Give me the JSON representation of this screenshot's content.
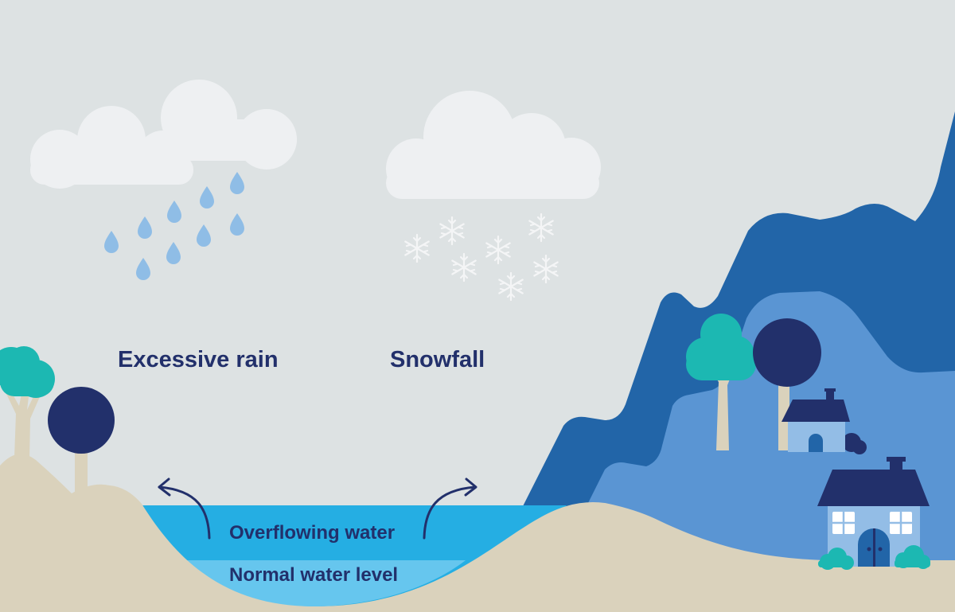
{
  "labels": {
    "excessive_rain": "Excessive rain",
    "snowfall": "Snowfall",
    "overflowing_water": "Overflowing water",
    "normal_water_level": "Normal water level"
  },
  "colors": {
    "sky": "#dde2e3",
    "cloud": "#eef0f2",
    "raindrop": "#8fbde6",
    "snowflake": "#f4f5f6",
    "text": "#22306b",
    "ground": "#dad2bc",
    "overflow_water": "#25aee3",
    "normal_water": "#66c6ee",
    "mountain_dark": "#2265a8",
    "mountain_light": "#5a95d3",
    "tree_teal": "#1cb8b2",
    "tree_navy": "#22306b",
    "trunk": "#dad2bc",
    "house_wall": "#93bde6",
    "roof": "#22306b"
  },
  "icons": [
    "cloud-icon",
    "raindrop-icon",
    "snowflake-icon",
    "tree-icon",
    "house-icon",
    "arrow-icon"
  ]
}
